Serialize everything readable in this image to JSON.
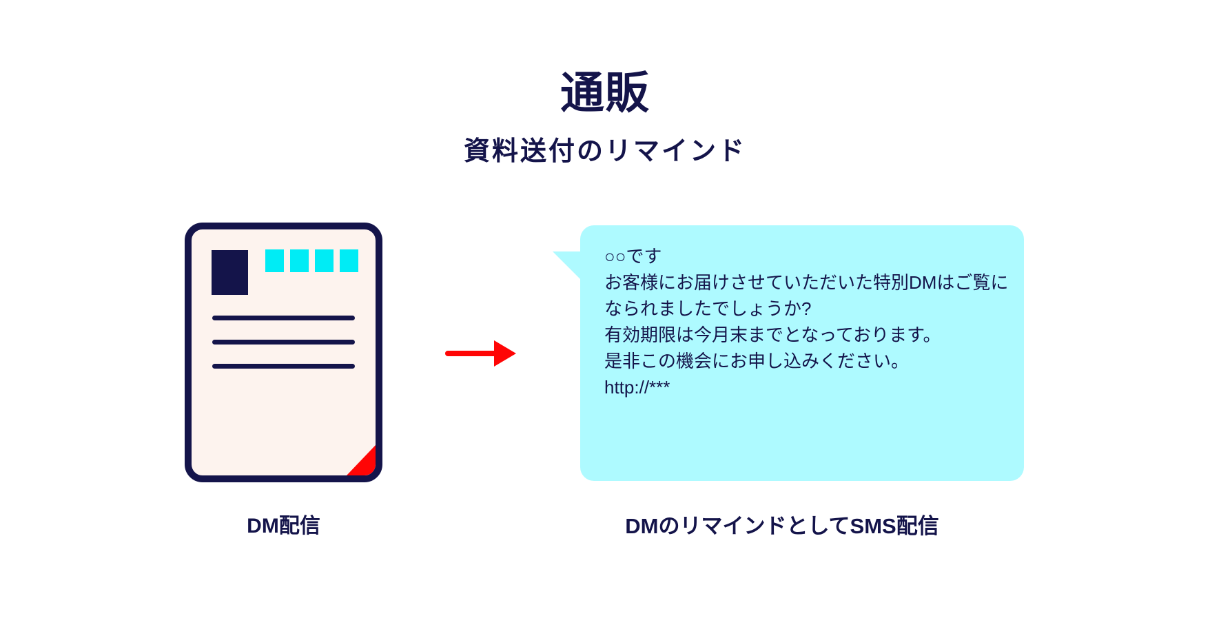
{
  "header": {
    "title": "通販",
    "subtitle": "資料送付のリマインド"
  },
  "dm_panel": {
    "caption": "DM配信"
  },
  "sms_panel": {
    "caption": "DMのリマインドとしてSMS配信",
    "message": "○○です\nお客様にお届けさせていただいた特別DMはご覧に\nなられましたでしょうか?\n有効期限は今月末までとなっております。\n是非この機会にお申し込みください。\nhttp://***"
  },
  "colors": {
    "navy": "#14144a",
    "cream": "#fdf3ee",
    "cyan": "#00ecf5",
    "bubble": "#aefaff",
    "red": "#ff0505",
    "background": "#ffffff"
  }
}
